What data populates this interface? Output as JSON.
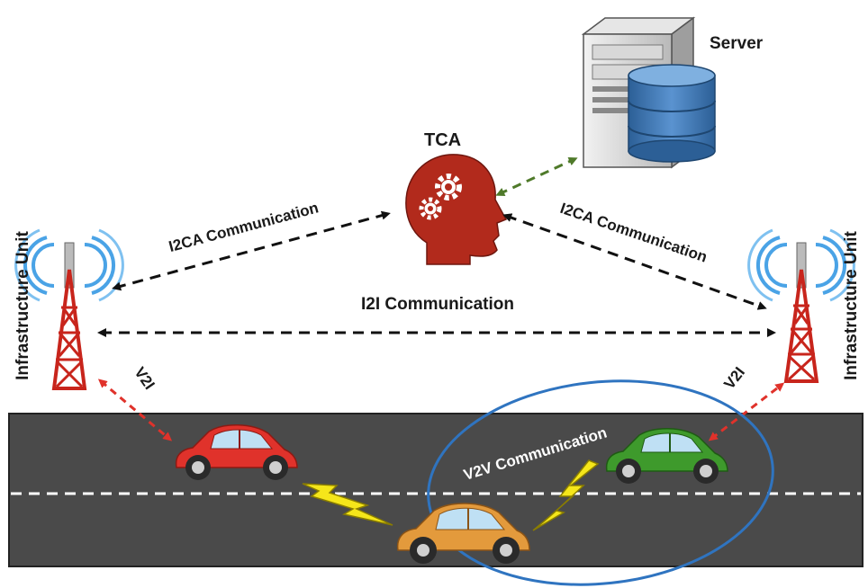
{
  "labels": {
    "server": "Server",
    "tca": "TCA",
    "infra_left": "Infrastructure Unit",
    "infra_right": "Infrastructure Unit",
    "i2ca_left": "I2CA Communication",
    "i2ca_right": "I2CA Communication",
    "i2i": "I2I Communication",
    "v2i_left": "V2I",
    "v2i_right": "V2I",
    "v2v": "V2V Communication"
  },
  "icons": {
    "server": "server-icon",
    "database": "database-icon",
    "tca": "head-with-gears-icon",
    "tower": "antenna-tower-icon",
    "car": "car-icon",
    "lightning": "lightning-bolt-icon"
  },
  "colors": {
    "road": "#4a4a4a",
    "lane_marking": "#ffffff",
    "tca_head": "#b22a1c",
    "car_red": "#e0322b",
    "car_green": "#3e9a2c",
    "car_orange": "#e39a3c",
    "lightning": "#f5e61a",
    "v2v_ellipse": "#2f74c0",
    "arrow_black": "#111111",
    "arrow_red": "#e0322b",
    "arrow_green": "#4f7a2a",
    "tower_red": "#c8251c",
    "signal_blue": "#4aa3e6",
    "db_blue": "#3b78b8"
  }
}
